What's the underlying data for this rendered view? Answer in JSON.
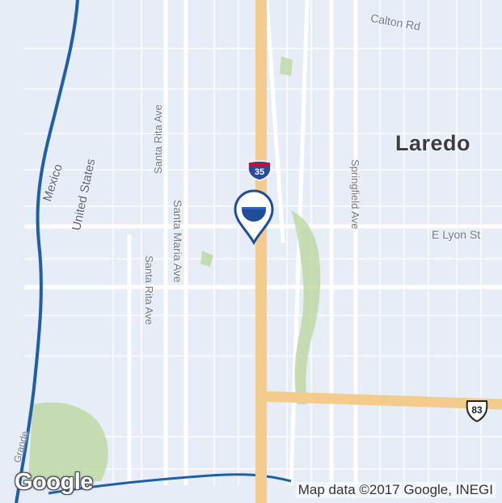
{
  "map": {
    "city_label": "Laredo",
    "country_labels": [
      "Mexico",
      "United States"
    ],
    "street_labels": {
      "calton_rd": "Calton Rd",
      "santa_rita_ave_north": "Santa Rita Ave",
      "santa_maria_ave": "Santa Maria Ave",
      "santa_rita_ave_south": "Santa Rita Ave",
      "springfield_ave": "Springfield Ave",
      "e_lyon_st": "E Lyon St"
    },
    "highway_shields": {
      "interstate": "35",
      "us_route": "83"
    },
    "river_label_fragment": "Grande",
    "marker": {
      "icon": "map-pin-icon",
      "color": "#1f4d9a"
    },
    "colors": {
      "land": "#e6edf6",
      "road": "#ffffff",
      "highway": "#f3cb8d",
      "river": "#1f5fa6",
      "park": "#b9d49a",
      "interstate_shield": "#2a4c9c",
      "us_shield_border": "#222222"
    },
    "logo": "Google",
    "attribution": "Map data ©2017 Google, INEGI"
  }
}
